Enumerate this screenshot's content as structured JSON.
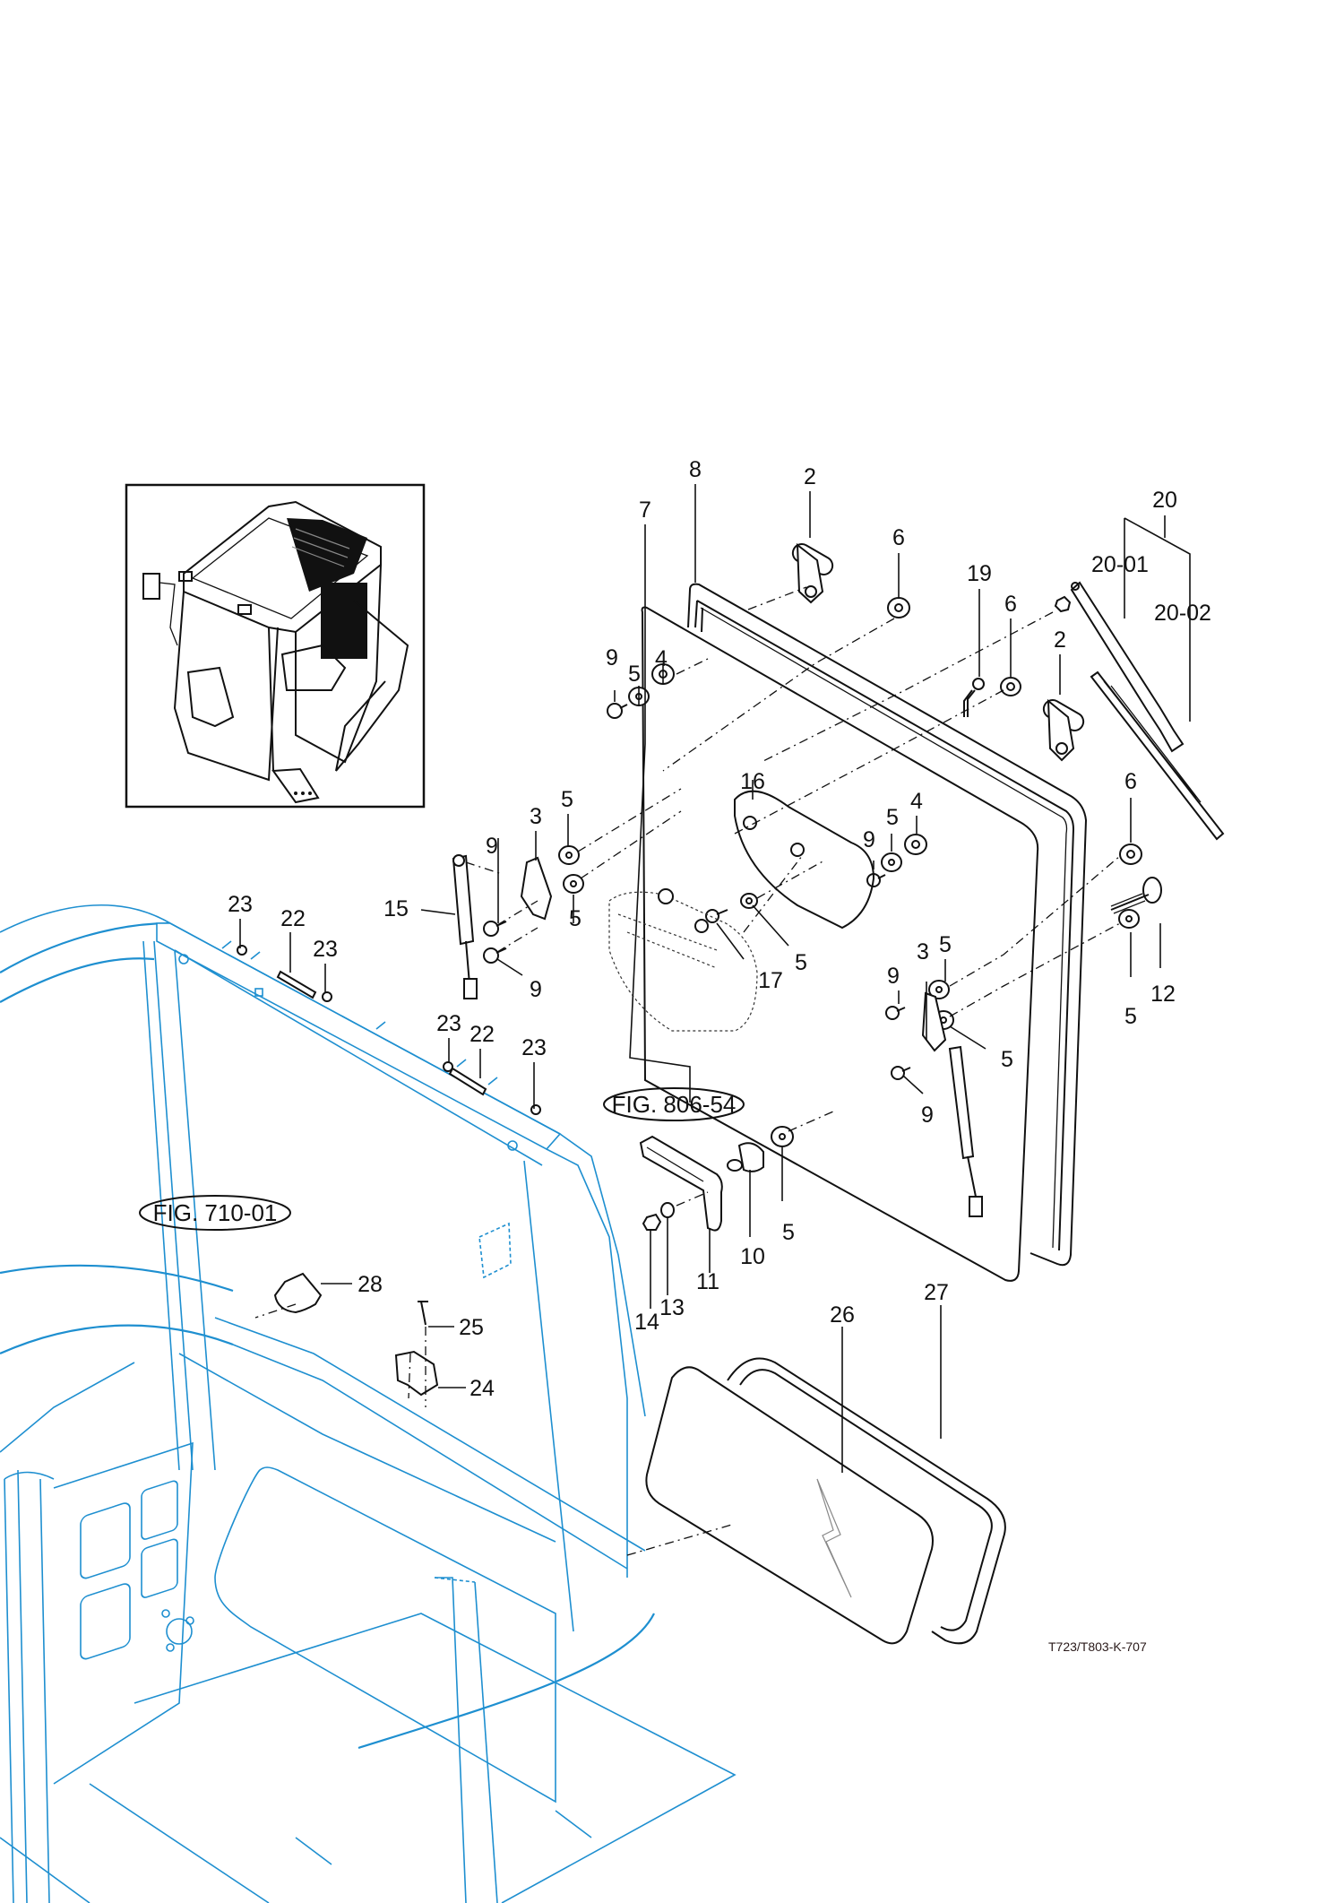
{
  "drawing_id": "T723/T803-K-707",
  "figure_refs": {
    "glass_ref": "FIG. 806-54",
    "frame_ref": "FIG. 710-01"
  },
  "callouts": {
    "c2a": "2",
    "c2b": "2",
    "c3a": "3",
    "c3b": "3",
    "c4a": "4",
    "c4b": "4",
    "c5a": "5",
    "c5b": "5",
    "c5c": "5",
    "c5d": "5",
    "c5e": "5",
    "c5f": "5",
    "c5g": "5",
    "c5h": "5",
    "c5i": "5",
    "c6a": "6",
    "c6b": "6",
    "c6c": "6",
    "c7": "7",
    "c8": "8",
    "c9a": "9",
    "c9b": "9",
    "c9c": "9",
    "c9d": "9",
    "c9e": "9",
    "c9f": "9",
    "c10": "10",
    "c11": "11",
    "c12": "12",
    "c13": "13",
    "c14": "14",
    "c15": "15",
    "c16": "16",
    "c17": "17",
    "c19": "19",
    "c20": "20",
    "c20_01": "20-01",
    "c20_02": "20-02",
    "c22a": "22",
    "c22b": "22",
    "c23a": "23",
    "c23b": "23",
    "c23c": "23",
    "c23d": "23",
    "c24": "24",
    "c25": "25",
    "c26": "26",
    "c27": "27",
    "c28": "28"
  },
  "colors": {
    "part_line": "#111111",
    "frame_line": "#1e8fd0",
    "background": "#ffffff"
  }
}
